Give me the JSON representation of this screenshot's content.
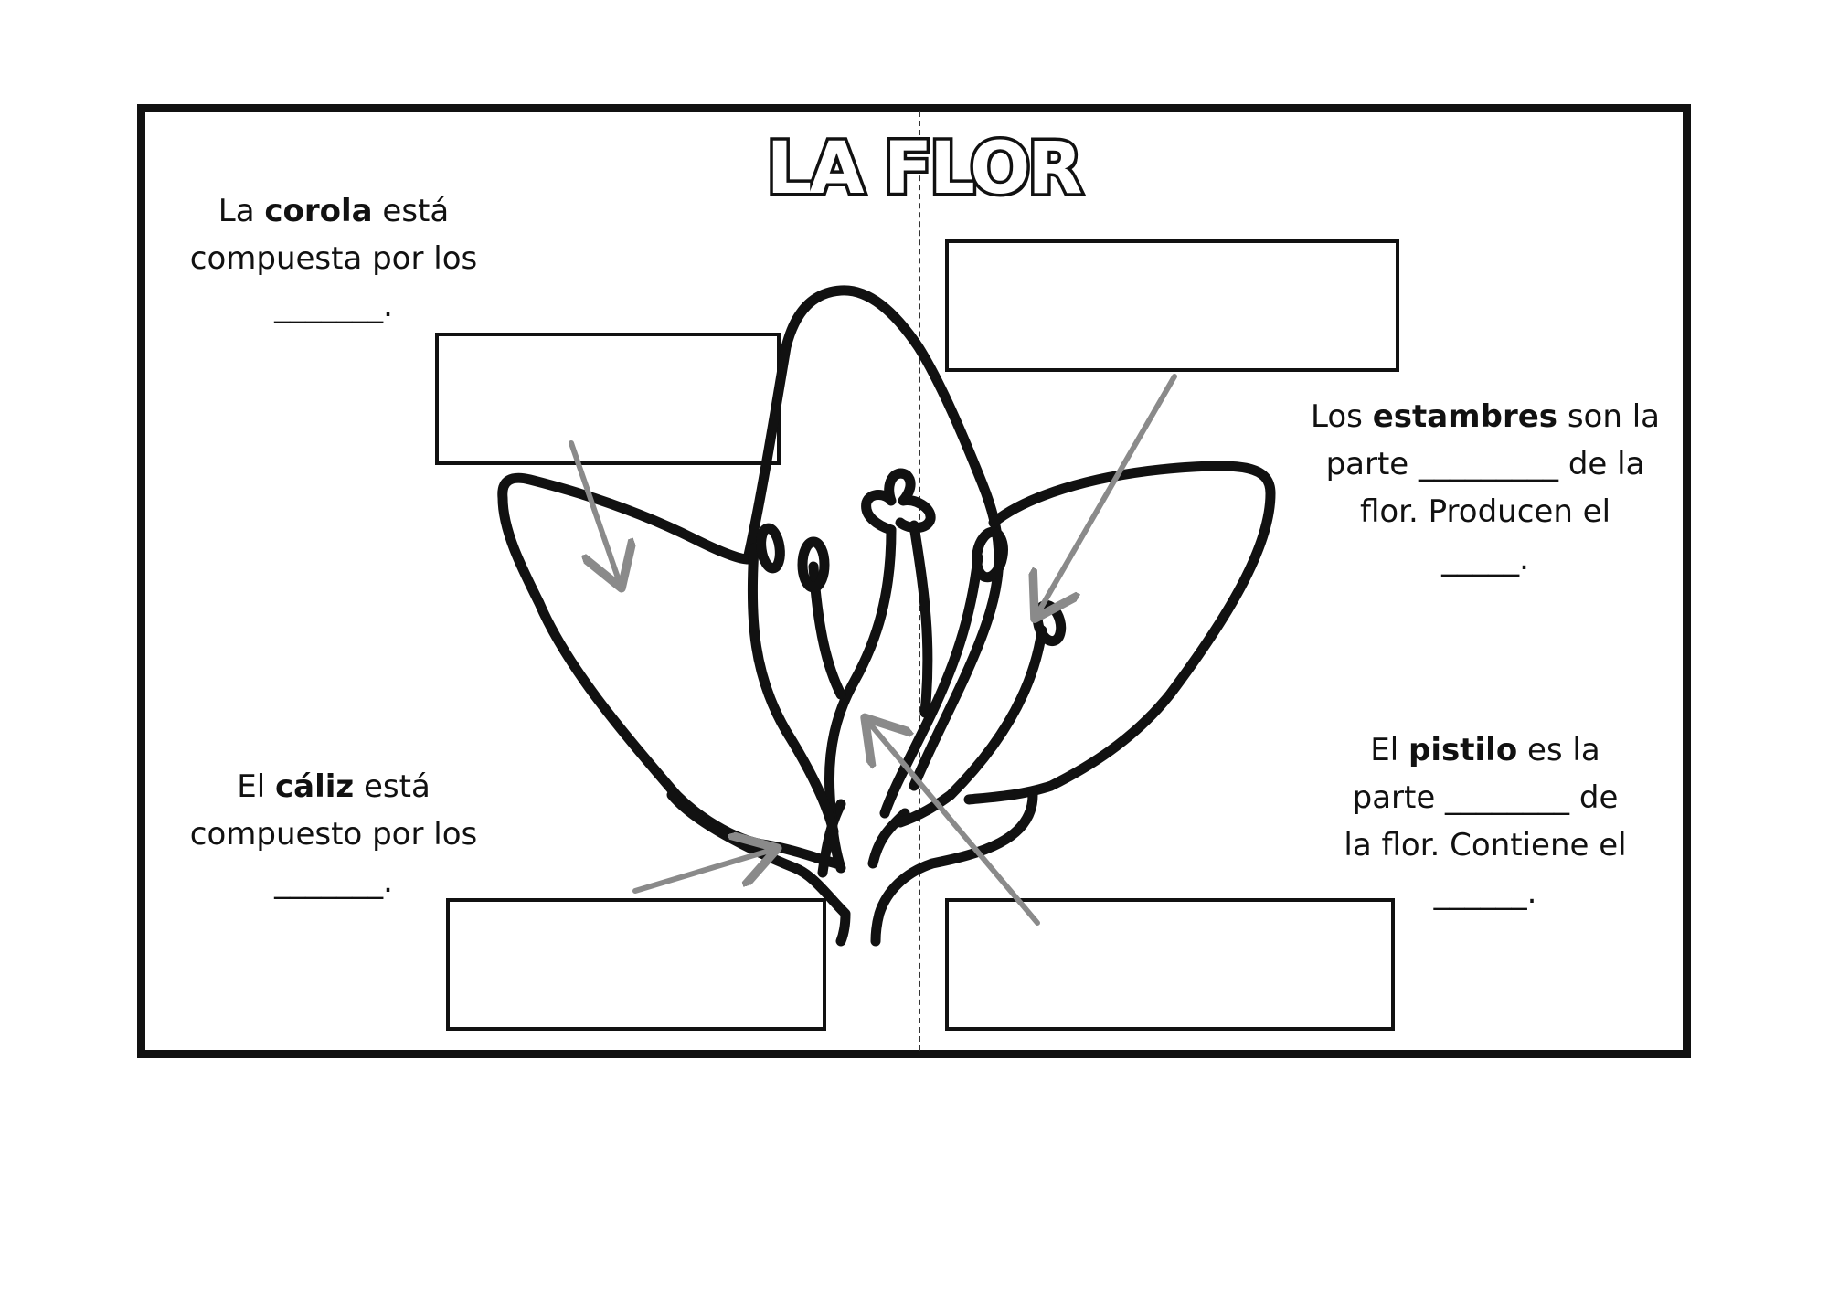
{
  "title": "LA FLOR",
  "notes": {
    "corola": {
      "pre": "La ",
      "keyword": "corola",
      "post": " está",
      "line2": "compuesta por los",
      "line3": "_______."
    },
    "caliz": {
      "pre": "El ",
      "keyword": "cáliz",
      "post": " está",
      "line2": "compuesto por los",
      "line3": "_______."
    },
    "estambres": {
      "pre": "Los ",
      "keyword": "estambres",
      "post": " son la",
      "line2": "parte _________ de la",
      "line3": "flor. Producen el",
      "line4": "_____."
    },
    "pistilo": {
      "pre": "El ",
      "keyword": "pistilo",
      "post": " es la",
      "line2": "parte ________ de",
      "line3": "la flor. Contiene el",
      "line4": "______."
    }
  },
  "colors": {
    "outline": "#111111",
    "arrow": "#8a8a8a",
    "background": "#ffffff"
  }
}
